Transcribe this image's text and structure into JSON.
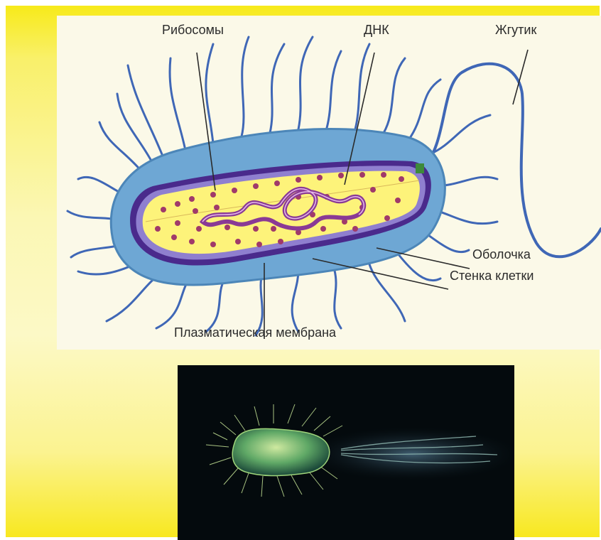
{
  "diagram": {
    "labels": {
      "ribosomes": "Рибосомы",
      "dna": "ДНК",
      "flagellum": "Жгутик",
      "capsule": "Оболочка",
      "cell_wall": "Стенка клетки",
      "plasma_membrane": "Плазматическая мембрана"
    }
  },
  "colors": {
    "slide_yellow": "#f7ea1a",
    "capsule_blue": "#5b97c8",
    "cell_wall_purple": "#4a2a8c",
    "cytoplasm_yellow": "#fdf37a",
    "ribosome_dot": "#a03a6a",
    "dna": "#8a3a95",
    "flagella": "#3f67b6"
  }
}
